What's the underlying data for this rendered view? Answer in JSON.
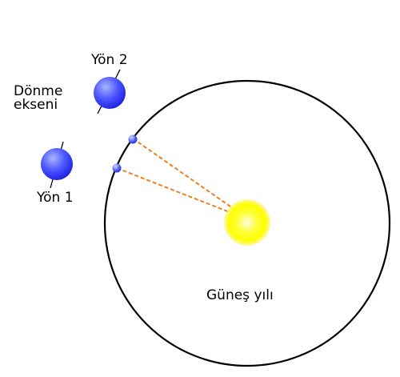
{
  "labels": {
    "rotation_axis_line1": "Dönme",
    "rotation_axis_line2": "ekseni",
    "direction_1": "Yön 1",
    "direction_2": "Yön 2",
    "solar_year": "Güneş yılı"
  },
  "colors": {
    "orbit": "#000000",
    "sun_core": "#ffff00",
    "sun_glow": "#fff36b",
    "planet_light": "#a9b4ff",
    "planet_dark": "#1f22e0",
    "sight_line": "#f07f1e"
  }
}
